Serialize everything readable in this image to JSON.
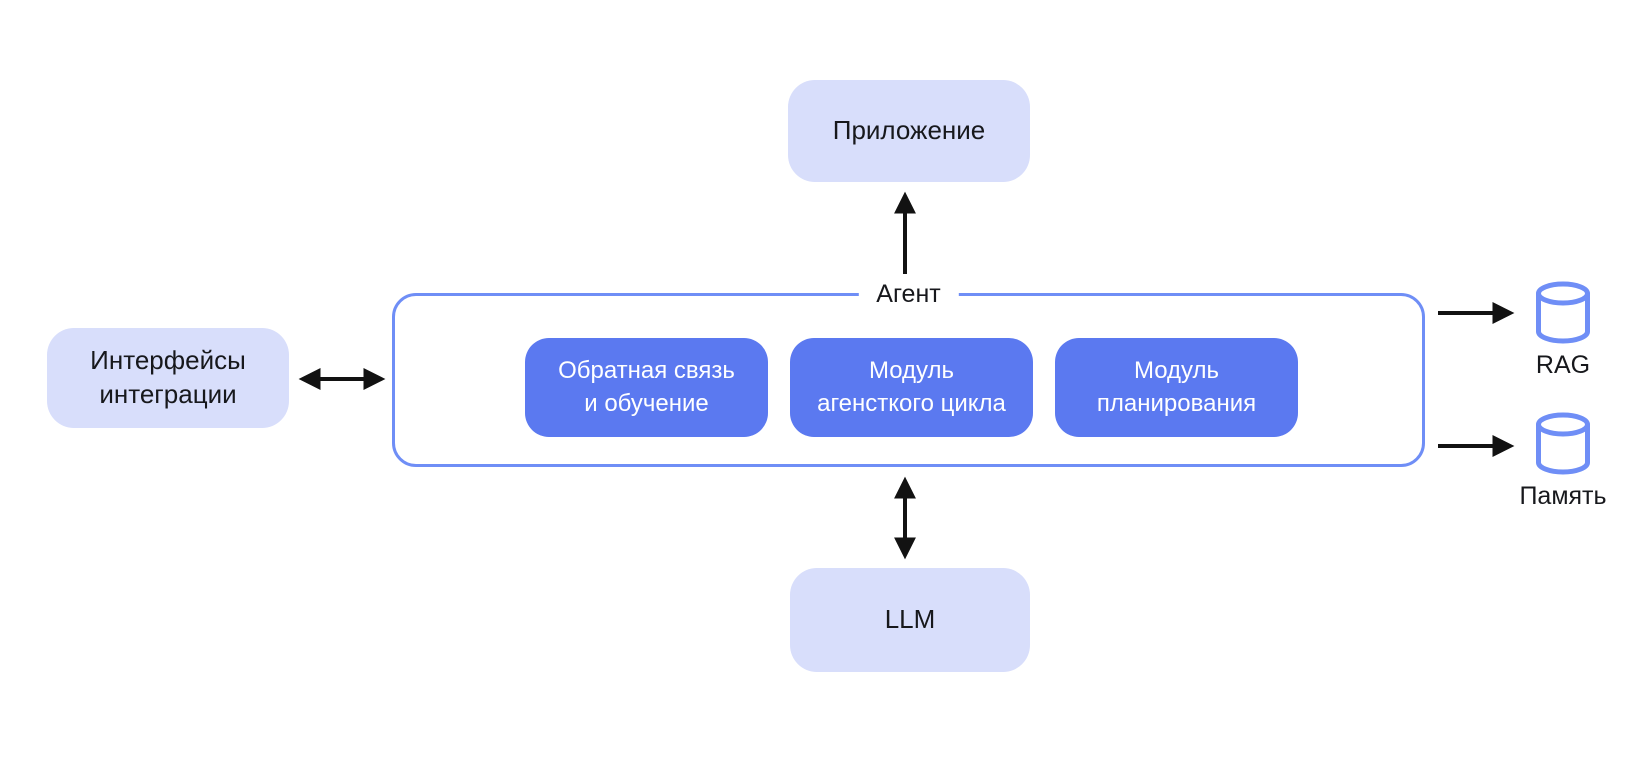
{
  "colors": {
    "canvas_bg": "#ffffff",
    "light_box_bg": "#d8defb",
    "module_bg": "#5b79f0",
    "agent_border": "#6f8ef6",
    "cylinder_stroke": "#6f8ef6",
    "arrow": "#121212",
    "text_dark": "#17181c",
    "text_light": "#ffffff"
  },
  "nodes": {
    "application": {
      "label": "Приложение"
    },
    "integration": {
      "line1": "Интерфейсы",
      "line2": "интеграции"
    },
    "agent": {
      "label": "Агент"
    },
    "modules": [
      {
        "line1": "Обратная связь",
        "line2": "и обучение"
      },
      {
        "line1": "Модуль",
        "line2": "агенсткого цикла"
      },
      {
        "line1": "Модуль",
        "line2": "планирования"
      }
    ],
    "llm": {
      "label": "LLM"
    },
    "rag": {
      "label": "RAG",
      "icon": "database-cylinder-icon"
    },
    "memory": {
      "label": "Память",
      "icon": "database-cylinder-icon"
    }
  },
  "edges": [
    {
      "from": "agent",
      "to": "application",
      "arrows": "single",
      "direction": "up"
    },
    {
      "from": "integration",
      "to": "agent",
      "arrows": "double",
      "direction": "horizontal"
    },
    {
      "from": "agent",
      "to": "llm",
      "arrows": "double",
      "direction": "vertical"
    },
    {
      "from": "agent",
      "to": "rag",
      "arrows": "single",
      "direction": "right"
    },
    {
      "from": "agent",
      "to": "memory",
      "arrows": "single",
      "direction": "right"
    }
  ]
}
